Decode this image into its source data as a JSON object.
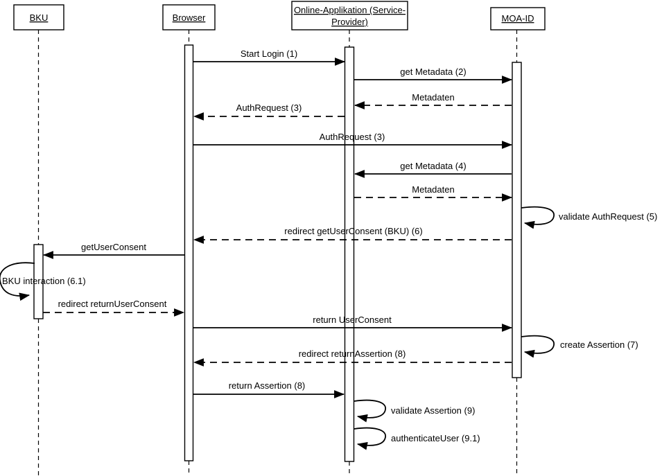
{
  "colors": {
    "ink": "#000000",
    "background": "#ffffff"
  },
  "diagram": {
    "type": "uml-sequence",
    "actors": [
      {
        "id": "bku",
        "label": "BKU"
      },
      {
        "id": "browser",
        "label": "Browser"
      },
      {
        "id": "service-provider",
        "label_lines": [
          "Online-Applikation (Service-",
          "Provider)"
        ]
      },
      {
        "id": "moa-id",
        "label": "MOA-ID"
      }
    ],
    "messages": [
      {
        "label": "Start Login (1)",
        "from": "browser",
        "to": "service-provider",
        "line": "solid"
      },
      {
        "label": "get Metadata (2)",
        "from": "service-provider",
        "to": "moa-id",
        "line": "solid"
      },
      {
        "label": "Metadaten",
        "from": "moa-id",
        "to": "service-provider",
        "line": "dashed"
      },
      {
        "label": "AuthRequest (3)",
        "from": "service-provider",
        "to": "browser",
        "line": "dashed"
      },
      {
        "label": "AuthRequest (3)",
        "from": "browser",
        "to": "moa-id",
        "line": "solid"
      },
      {
        "label": "get Metadata (4)",
        "from": "moa-id",
        "to": "service-provider",
        "line": "solid"
      },
      {
        "label": "Metadaten",
        "from": "service-provider",
        "to": "moa-id",
        "line": "dashed"
      },
      {
        "label": "validate AuthRequest (5)",
        "from": "moa-id",
        "to": "moa-id",
        "line": "self"
      },
      {
        "label": "redirect getUserConsent (BKU) (6)",
        "from": "moa-id",
        "to": "browser",
        "line": "dashed"
      },
      {
        "label": "getUserConsent",
        "from": "browser",
        "to": "bku",
        "line": "solid"
      },
      {
        "label": "BKU interaction (6.1)",
        "from": "bku",
        "to": "bku",
        "line": "self"
      },
      {
        "label": "redirect returnUserConsent",
        "from": "bku",
        "to": "browser",
        "line": "dashed"
      },
      {
        "label": "return UserConsent",
        "from": "browser",
        "to": "moa-id",
        "line": "solid"
      },
      {
        "label": "create Assertion (7)",
        "from": "moa-id",
        "to": "moa-id",
        "line": "self"
      },
      {
        "label": "redirect returnAssertion (8)",
        "from": "moa-id",
        "to": "browser",
        "line": "dashed"
      },
      {
        "label": "return Assertion (8)",
        "from": "browser",
        "to": "service-provider",
        "line": "solid"
      },
      {
        "label": "validate Assertion (9)",
        "from": "service-provider",
        "to": "service-provider",
        "line": "self"
      },
      {
        "label": "authenticateUser (9.1)",
        "from": "service-provider",
        "to": "service-provider",
        "line": "self"
      }
    ]
  }
}
